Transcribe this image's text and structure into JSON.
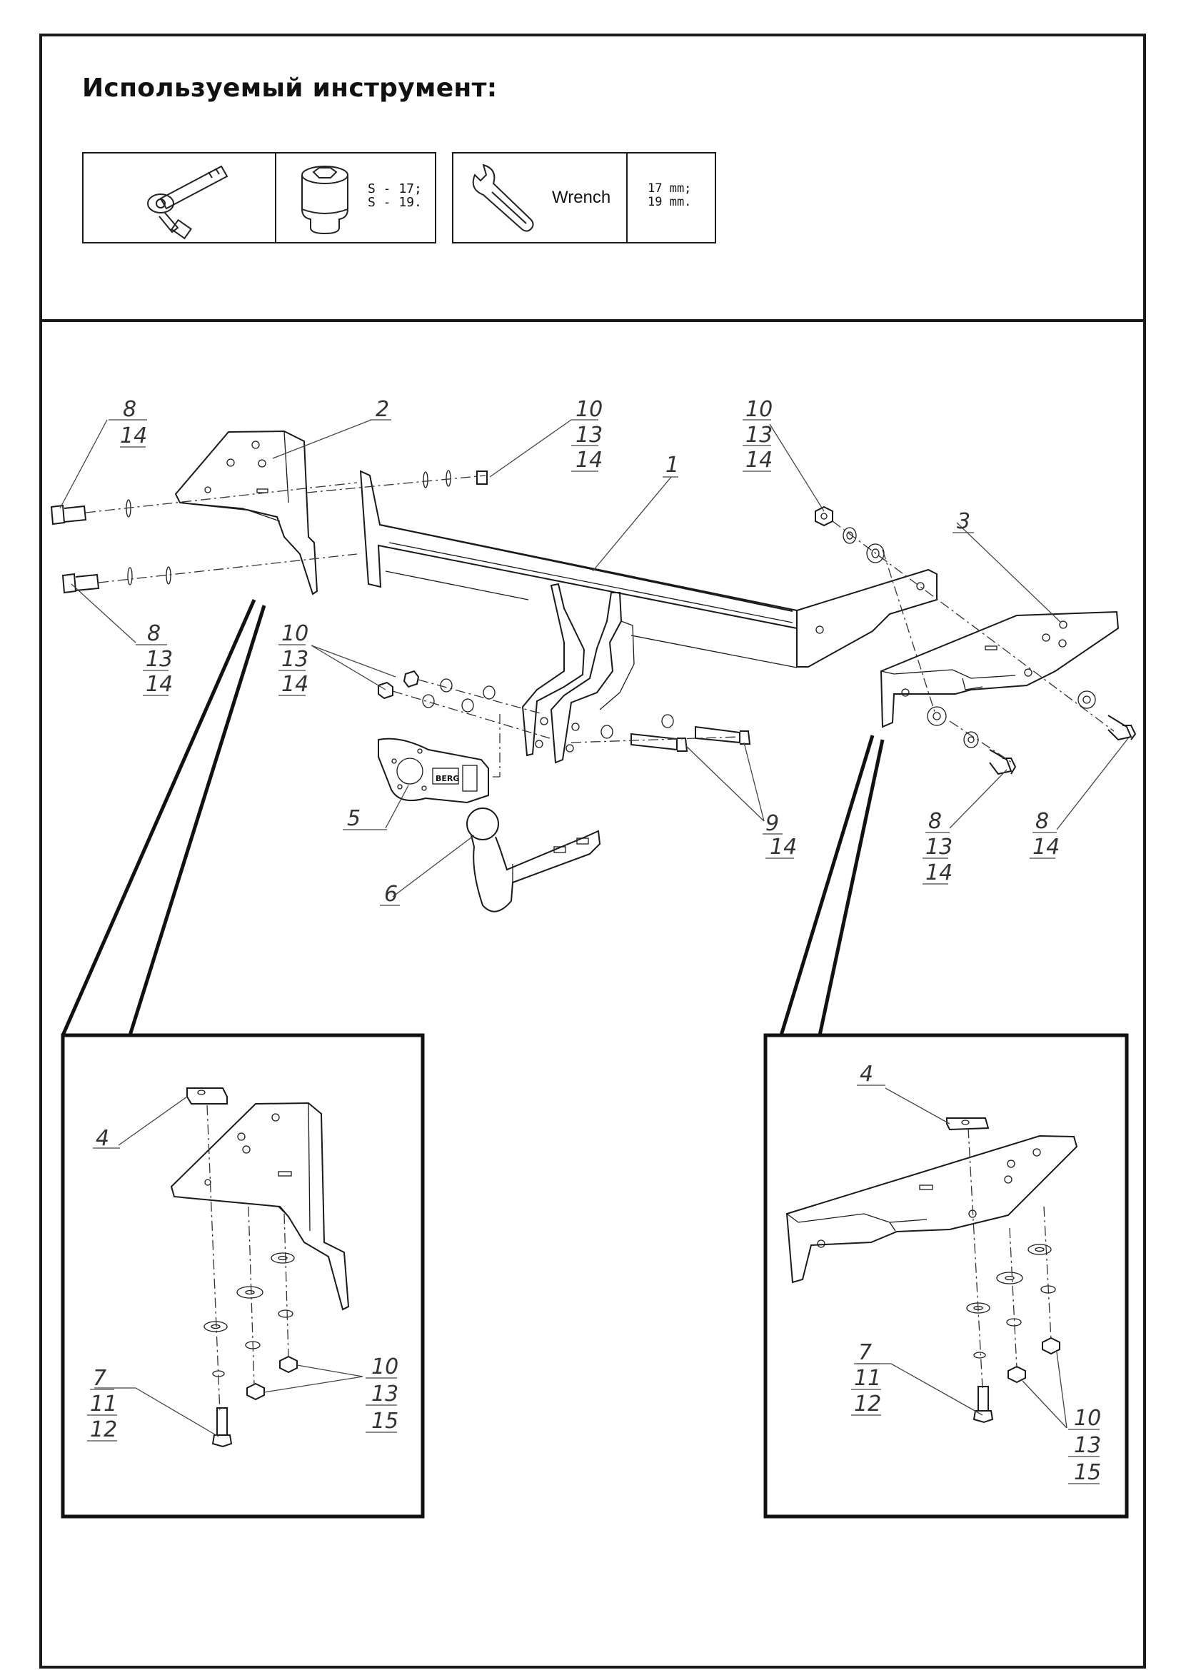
{
  "page_title": "Используемый инструмент:",
  "tools": {
    "socket_sizes": [
      "S - 17;",
      "S - 19."
    ],
    "wrench_label": "Wrench",
    "wrench_sizes": [
      "17 mm;",
      "19 mm."
    ]
  },
  "callouts": {
    "main_2": [
      "2"
    ],
    "main_1": [
      "1"
    ],
    "main_3": [
      "3"
    ],
    "main_5": [
      "5"
    ],
    "main_6": [
      "6"
    ],
    "main_9": [
      "9",
      "14"
    ],
    "main_8_tl": [
      "8",
      "14"
    ],
    "main_8_ml": [
      "8",
      "13",
      "14"
    ],
    "main_10_tc": [
      "10",
      "13",
      "14"
    ],
    "main_10_tr": [
      "10",
      "13",
      "14"
    ],
    "main_10_ml": [
      "10",
      "13",
      "14"
    ],
    "main_8_rc": [
      "8",
      "13",
      "14"
    ],
    "main_8_rr": [
      "8",
      "14"
    ],
    "detail_left_4": [
      "4"
    ],
    "detail_left_7": [
      "7",
      "11",
      "12"
    ],
    "detail_left_10": [
      "10",
      "13",
      "15"
    ],
    "detail_right_4": [
      "4"
    ],
    "detail_right_7": [
      "7",
      "11",
      "12"
    ],
    "detail_right_10": [
      "10",
      "13",
      "15"
    ]
  },
  "brand_mark": "BERG"
}
